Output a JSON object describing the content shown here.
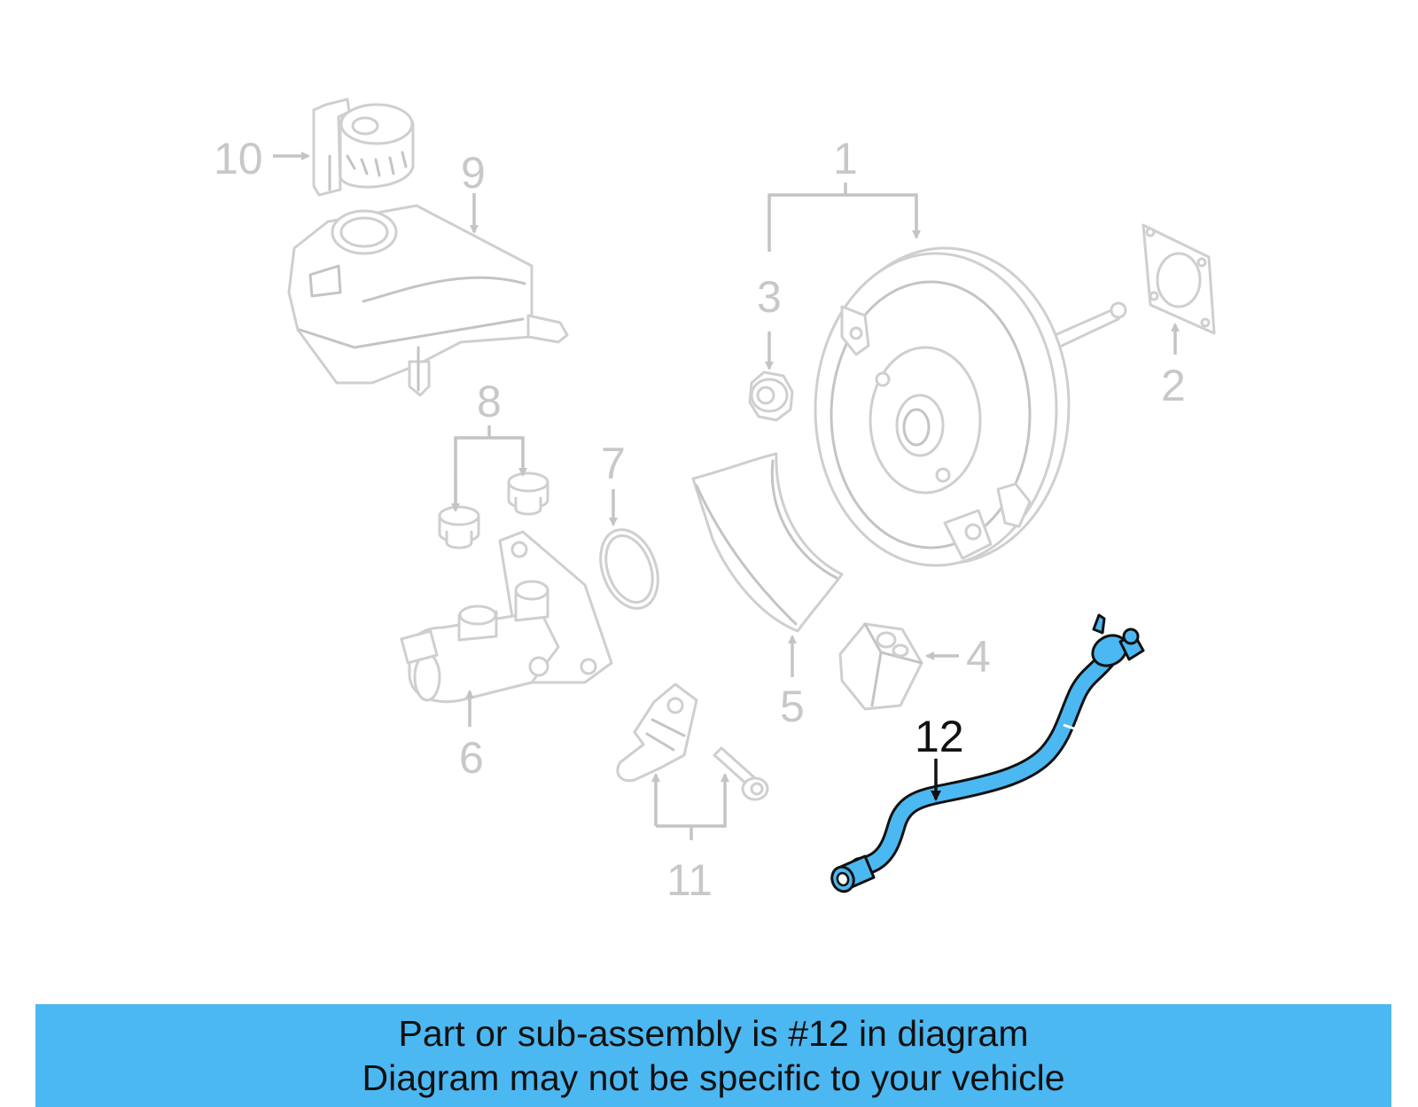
{
  "callouts": {
    "c1": "1",
    "c2": "2",
    "c3": "3",
    "c4": "4",
    "c5": "5",
    "c6": "6",
    "c7": "7",
    "c8": "8",
    "c9": "9",
    "c10": "10",
    "c11": "11",
    "c12": "12"
  },
  "highlight": {
    "part_number": "12",
    "color": "#4cb8f2"
  },
  "banner": {
    "line1": "Part or sub-assembly is #12 in diagram",
    "line2": "Diagram may not be specific to your vehicle",
    "background": "#4cb8f2"
  }
}
